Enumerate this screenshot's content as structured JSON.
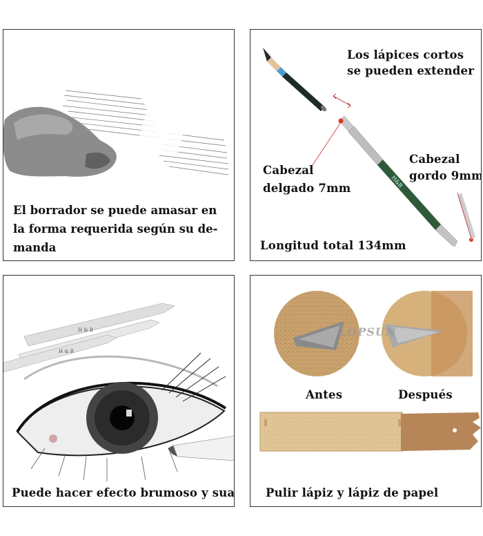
{
  "panels": {
    "eraser": {
      "caption_lines": [
        "El borrador se puede amasar en",
        "la forma requerida según su de-",
        "manda"
      ]
    },
    "extender": {
      "title_line1": "Los lápices cortos",
      "title_line2": "se pueden extender",
      "thin_head_line1": "Cabezal",
      "thin_head_line2": "delgado 7mm",
      "thick_head_line1": "Cabezal",
      "thick_head_line2": "gordo 9mm",
      "length": "Longitud total 134mm",
      "tool_marking": "H&B"
    },
    "blending": {
      "stump_label_1": "H & B",
      "stump_label_2": "H & B",
      "caption": "Puede hacer efecto brumoso y suave"
    },
    "sandpaper": {
      "watermark": "LOPSUN",
      "before": "Antes",
      "after": "Después",
      "caption": "Pulir lápiz y lápiz de papel"
    }
  },
  "colors": {
    "eraser_gray": "#8a8a8a",
    "pencil_black": "#1e2a24",
    "extender_green": "#2f5a3a",
    "sandpaper_tan": "#d8b88a",
    "wood_brown": "#b7875a"
  }
}
